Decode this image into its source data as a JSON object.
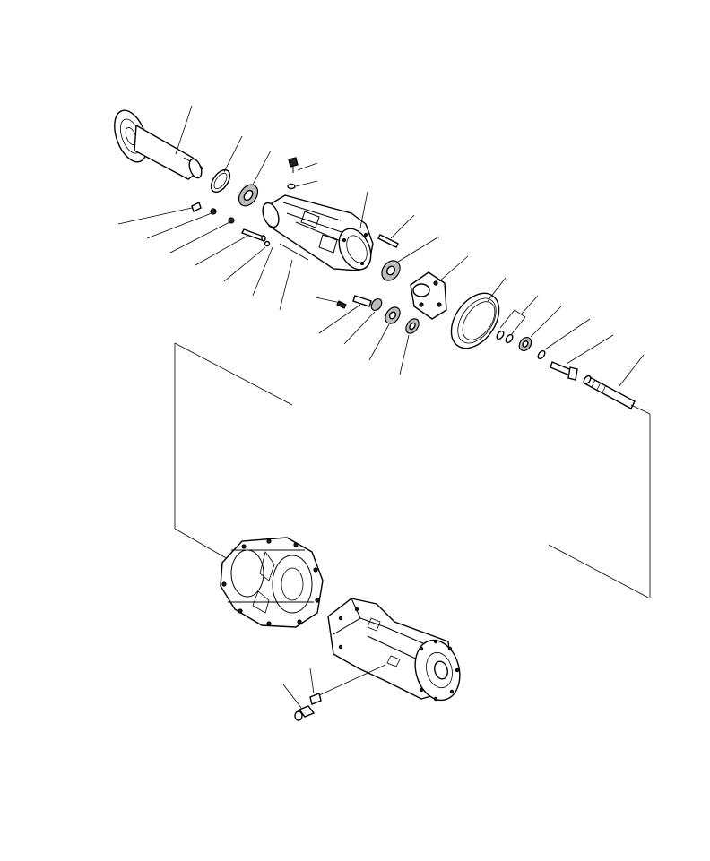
{
  "figure": {
    "kind": "exploded parts diagram",
    "line_color": "#000000",
    "background": "#ffffff",
    "part_callout_count": 28
  },
  "parts": [
    "axle-shaft",
    "o-ring",
    "seal",
    "breather-plug",
    "washer",
    "axle-housing",
    "dowel-pin",
    "bearing-cone",
    "planetary-carrier",
    "ring-gear",
    "shim",
    "nut",
    "washer-small",
    "bolt",
    "pinion-shaft",
    "plug",
    "plug-small",
    "plug-hex",
    "stud",
    "ball",
    "pin-long",
    "roll-pin",
    "pin",
    "bearing-a",
    "bearing-b",
    "final-drive-case",
    "axle-assembly",
    "bolt-lower",
    "tag"
  ]
}
